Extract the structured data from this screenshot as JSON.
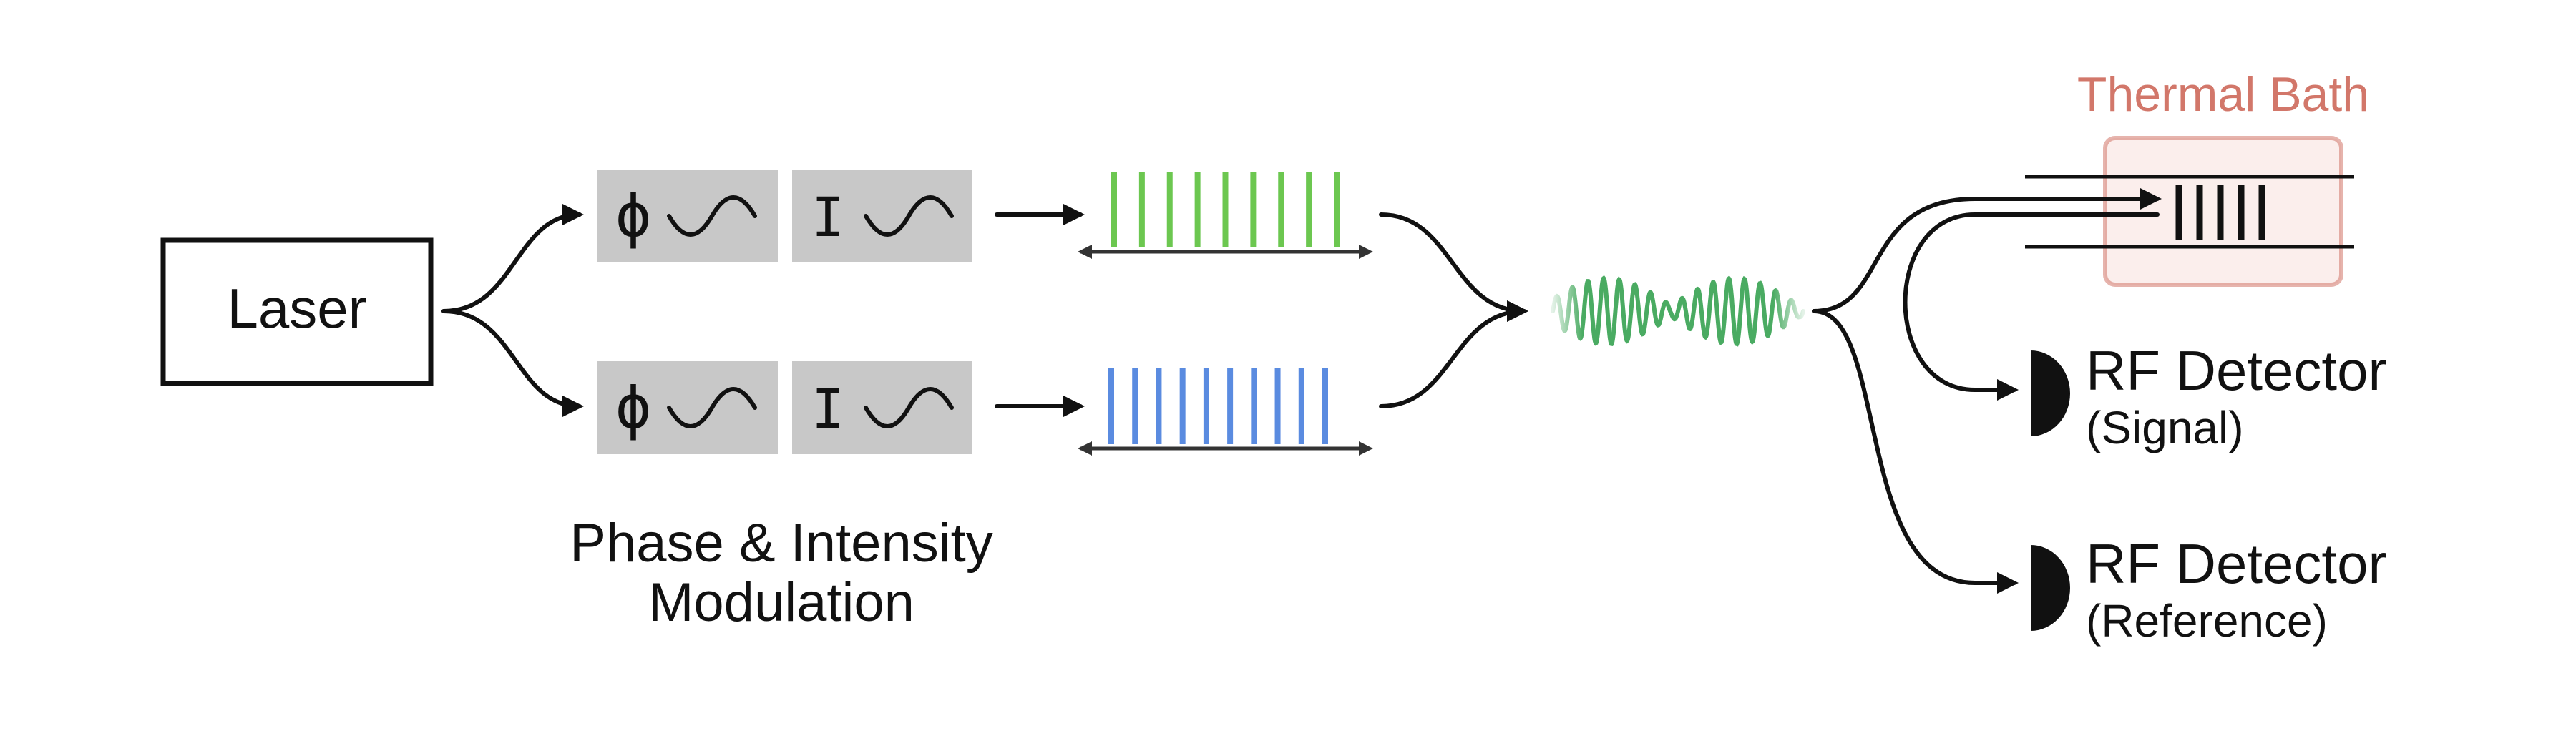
{
  "laser": {
    "label": "Laser"
  },
  "modulation": {
    "phase_symbol": "ϕ",
    "intensity_symbol": "I",
    "caption_line1": "Phase & Intensity",
    "caption_line2": "Modulation"
  },
  "thermal_bath": {
    "label": "Thermal Bath"
  },
  "detectors": {
    "signal": {
      "title": "RF Detector",
      "subtitle": "(Signal)"
    },
    "reference": {
      "title": "RF Detector",
      "subtitle": "(Reference)"
    }
  },
  "colors": {
    "ink": "#111111",
    "modulator_box": "#c8c8c8",
    "comb_top": "#6cc750",
    "comb_bottom": "#5a8be0",
    "beat_wave": "#4aab62",
    "thermal_bath": "#d2776a",
    "thermal_fill": "#fbeeec"
  },
  "combs": {
    "top_line_count": 9,
    "bottom_line_count": 10
  },
  "fiber_grating": {
    "line_count": 5
  }
}
